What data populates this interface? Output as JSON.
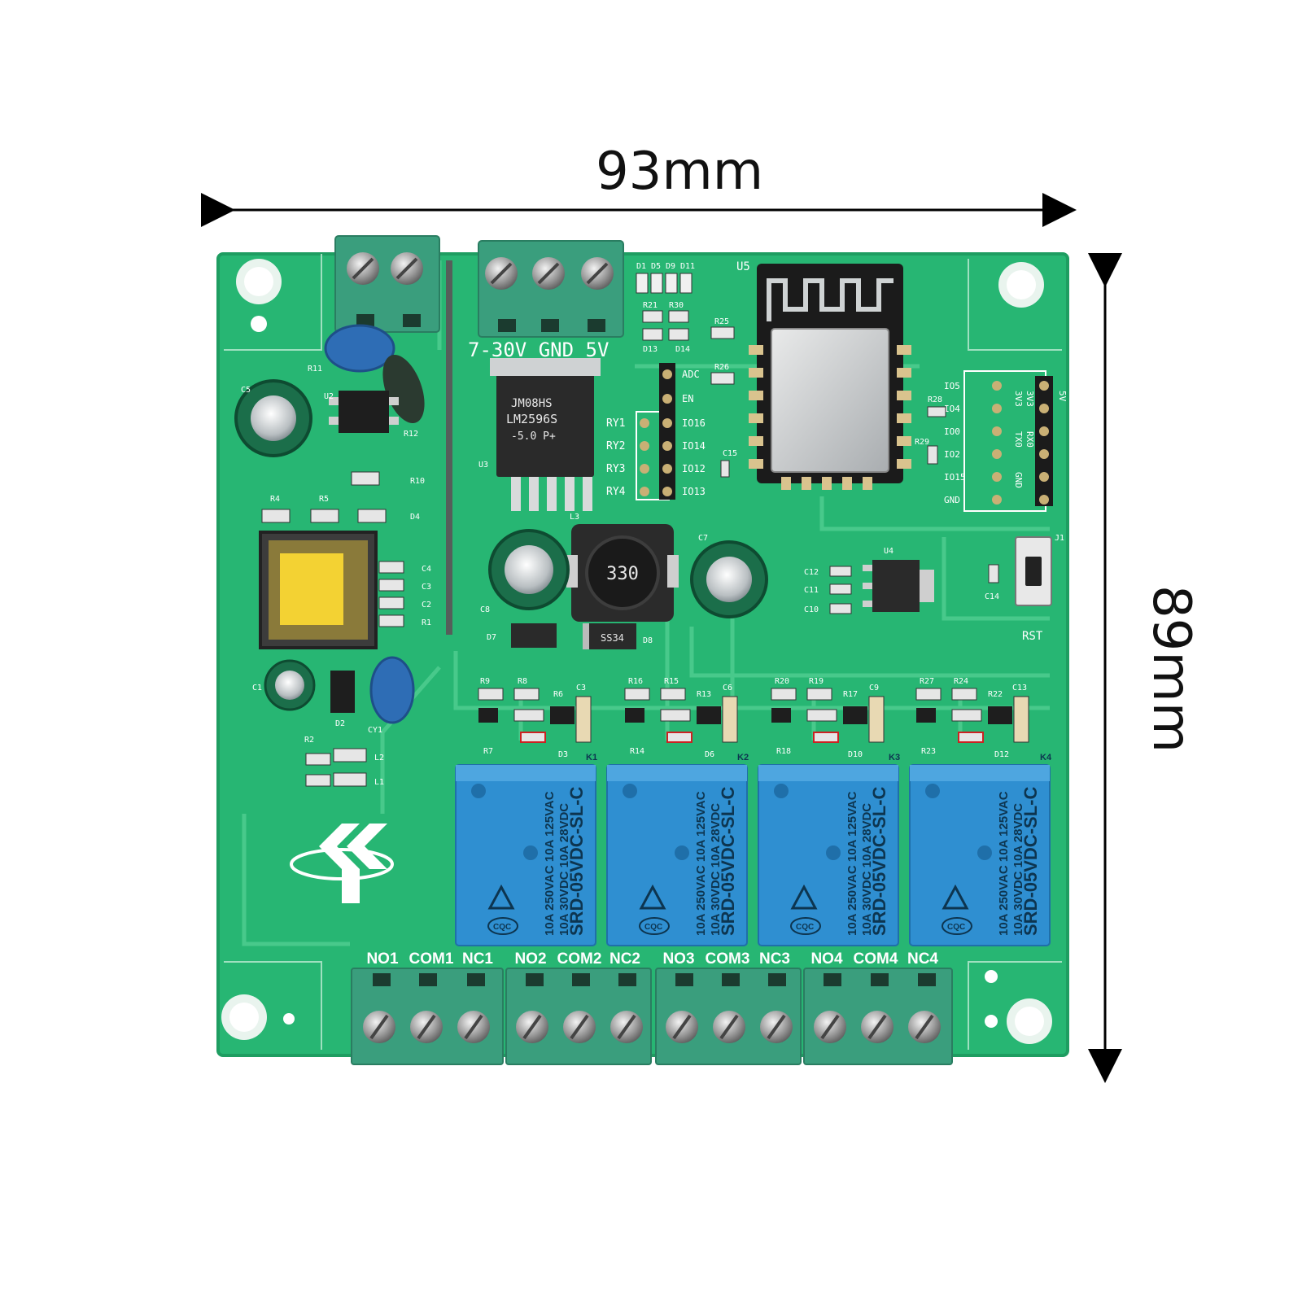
{
  "dimensions": {
    "width_label": "93mm",
    "height_label": "89mm"
  },
  "board": {
    "input_terminal_label": "7-30V GND 5V",
    "regulator": {
      "line1": "JM08HS",
      "line2": "LM2596S",
      "line3": "-5.0   P+"
    },
    "inductor_marking": "330",
    "diode_marking": "SS34",
    "wifi_module_label": "U5",
    "reset_label": "RST",
    "relay_pins": [
      "RY1",
      "RY2",
      "RY3",
      "RY4"
    ],
    "gpio_pins": [
      "ADC",
      "EN",
      "IO16",
      "IO14",
      "IO12",
      "IO13"
    ],
    "prog_pins": [
      "IO5",
      "IO4",
      "IO0",
      "IO2",
      "IO15",
      "GND"
    ],
    "header_cols": [
      "5V",
      "3V3",
      "3V3",
      "TX0",
      "RX0",
      "GND"
    ],
    "relays": [
      {
        "id": "K1",
        "model": "SRD-05VDC-SL-C",
        "rating1": "10A 250VAC  10A 125VAC",
        "rating2": "10A 30VDC  10A 28VDC"
      },
      {
        "id": "K2",
        "model": "SRD-05VDC-SL-C",
        "rating1": "10A 250VAC  10A 125VAC",
        "rating2": "10A 30VDC  10A 28VDC"
      },
      {
        "id": "K3",
        "model": "SRD-05VDC-SL-C",
        "rating1": "10A 250VAC  10A 125VAC",
        "rating2": "10A 30VDC  10A 28VDC"
      },
      {
        "id": "K4",
        "model": "SRD-05VDC-SL-C",
        "rating1": "10A 250VAC  10A 125VAC",
        "rating2": "10A 30VDC  10A 28VDC"
      }
    ],
    "relay_mark": "CQC",
    "output_terminals": [
      "NO1",
      "COM1",
      "NC1",
      "NO2",
      "COM2",
      "NC2",
      "NO3",
      "COM3",
      "NC3",
      "NO4",
      "COM4",
      "NC4"
    ],
    "component_labels": {
      "left": [
        "R11",
        "U2",
        "R12",
        "C5",
        "R10",
        "R4",
        "R5",
        "D4",
        "C4",
        "C3",
        "C2",
        "R1",
        "C1",
        "D2",
        "CY1",
        "R2",
        "L2",
        "L1"
      ],
      "top": [
        "D1",
        "D5",
        "D9",
        "D11",
        "R21",
        "R30",
        "D13",
        "D14",
        "R25",
        "R26",
        "U3",
        "L3",
        "C7",
        "C8",
        "D7",
        "D8",
        "C15"
      ],
      "right": [
        "R28",
        "R29",
        "U4",
        "C12",
        "C11",
        "C10",
        "C14",
        "J1"
      ],
      "drivers": [
        "R9",
        "R8",
        "R6",
        "C3",
        "D3",
        "R7",
        "R16",
        "R15",
        "R13",
        "C6",
        "D6",
        "R14",
        "R20",
        "R19",
        "R17",
        "C9",
        "D10",
        "R18",
        "R27",
        "R24",
        "R22",
        "C13",
        "D12",
        "R23"
      ]
    }
  },
  "colors": {
    "pcb": "#27b673",
    "pcb_dark": "#1e9d61",
    "trace": "#48c98b",
    "terminal": "#3a9e7d",
    "relay": "#2f8fd1",
    "silk": "#ffffff"
  }
}
